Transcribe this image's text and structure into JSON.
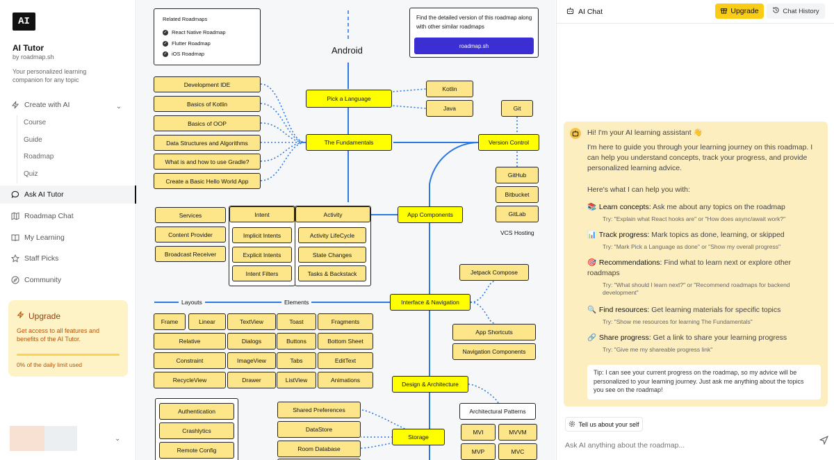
{
  "sidebar": {
    "logo_text": "AI",
    "title": "AI Tutor",
    "by": "by roadmap.sh",
    "description": "Your personalized learning companion for any topic",
    "create_label": "Create with AI",
    "sub_items": [
      "Course",
      "Guide",
      "Roadmap",
      "Quiz"
    ],
    "nav": [
      {
        "label": "Ask AI Tutor",
        "icon": "chat-bubble-icon",
        "active": true
      },
      {
        "label": "Roadmap Chat",
        "icon": "map-icon"
      },
      {
        "label": "My Learning",
        "icon": "book-icon"
      },
      {
        "label": "Staff Picks",
        "icon": "star-icon"
      },
      {
        "label": "Community",
        "icon": "compass-icon"
      }
    ],
    "upgrade": {
      "title": "Upgrade",
      "description": "Get access to all features and benefits of the AI Tutor.",
      "usage": "0% of the daily limit used",
      "usage_fraction": 0
    }
  },
  "roadmap": {
    "title": "Android",
    "related": {
      "title": "Related Roadmaps",
      "items": [
        "React Native Roadmap",
        "Flutter Roadmap",
        "iOS Roadmap"
      ]
    },
    "find": {
      "text": "Find the detailed version of this roadmap along with other similar roadmaps",
      "button": "roadmap.sh"
    },
    "main_nodes": {
      "pick_language": "Pick a Language",
      "fundamentals": "The Fundamentals",
      "version_control": "Version Control",
      "app_components": "App Components",
      "interface_navigation": "Interface & Navigation",
      "design_architecture": "Design & Architecture",
      "storage": "Storage"
    },
    "fundamentals_items": [
      "Development IDE",
      "Basics of Kotlin",
      "Basics of OOP",
      "Data Structures and Algorithms",
      "What is and how to use Gradle?",
      "Create a Basic Hello World App"
    ],
    "languages": [
      "Kotlin",
      "Java"
    ],
    "vcs": {
      "git": "Git",
      "hosting": [
        "GitHub",
        "Bitbucket",
        "GitLab"
      ],
      "hosting_label": "VCS Hosting"
    },
    "components": {
      "left": [
        "Services",
        "Content Provider",
        "Broadcast Receiver"
      ],
      "intent": [
        "Intent",
        "Implicit Intents",
        "Explicit Intents",
        "Intent Filters"
      ],
      "activity": [
        "Activity",
        "Activity LifeCycle",
        "State Changes",
        "Tasks & Backstack"
      ]
    },
    "layouts_label": "Layouts",
    "elements_label": "Elements",
    "layouts": [
      "Frame",
      "Linear",
      "Relative",
      "Constraint",
      "RecycleView"
    ],
    "elements": [
      "TextView",
      "Toast",
      "Fragments",
      "Dialogs",
      "Buttons",
      "Bottom Sheet",
      "ImageView",
      "Tabs",
      "EditText",
      "Drawer",
      "ListView",
      "Animations"
    ],
    "interface_right": [
      "Jetpack Compose",
      "App Shortcuts",
      "Navigation Components"
    ],
    "arch_label": "Architectural Patterns",
    "arch": [
      "MVI",
      "MVVM",
      "MVP",
      "MVC"
    ],
    "storage_items": [
      "Shared Preferences",
      "DataStore",
      "Room Database"
    ],
    "firebase": [
      "Authentication",
      "Crashlytics",
      "Remote Config"
    ]
  },
  "chat": {
    "title": "AI Chat",
    "upgrade": "Upgrade",
    "history": "Chat History",
    "greeting": "Hi! I'm your AI learning assistant 👋",
    "intro": "I'm here to guide you through your learning journey on this roadmap. I can help you understand concepts, track your progress, and provide personalized learning advice.",
    "help_heading": "Here's what I can help you with:",
    "capabilities": [
      {
        "icon": "books-icon",
        "glyph": "📚",
        "title": "Learn concepts:",
        "desc": "Ask me about any topics on the roadmap",
        "try": "Try: \"Explain what React hooks are\" or \"How does async/await work?\""
      },
      {
        "icon": "chart-icon",
        "glyph": "📊",
        "title": "Track progress:",
        "desc": "Mark topics as done, learning, or skipped",
        "try": "Try: \"Mark Pick a Language as done\" or \"Show my overall progress\""
      },
      {
        "icon": "target-icon",
        "glyph": "🎯",
        "title": "Recommendations:",
        "desc": "Find what to learn next or explore other roadmaps",
        "try": "Try: \"What should I learn next?\" or \"Recommend roadmaps for backend development\""
      },
      {
        "icon": "magnifier-icon",
        "glyph": "🔍",
        "title": "Find resources:",
        "desc": "Get learning materials for specific topics",
        "try": "Try: \"Show me resources for learning The Fundamentals\""
      },
      {
        "icon": "link-icon",
        "glyph": "🔗",
        "title": "Share progress:",
        "desc": "Get a link to share your learning progress",
        "try": "Try: \"Give me my shareable progress link\""
      }
    ],
    "tip": "Tip: I can see your current progress on the roadmap, so my advice will be personalized to your learning journey. Just ask me anything about the topics you see on the roadmap!",
    "tell_button": "Tell us about your self",
    "input_placeholder": "Ask AI anything about the roadmap..."
  }
}
